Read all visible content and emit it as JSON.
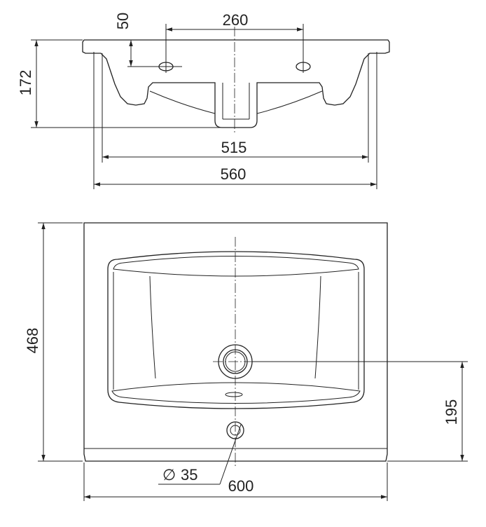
{
  "dimensions": {
    "hole_offset": "50",
    "hole_spacing": "260",
    "height": "172",
    "basin_width": "515",
    "top_width": "560",
    "depth": "468",
    "drain_offset": "195",
    "hole_diameter_symbol": "∅",
    "hole_diameter": "35",
    "overall_width": "600"
  }
}
